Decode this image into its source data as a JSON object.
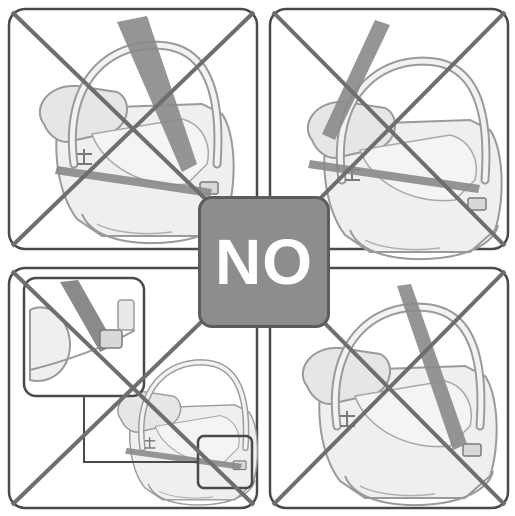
{
  "badge": {
    "text": "NO"
  },
  "colors": {
    "frame": "#4a4a4a",
    "cross": "#6e6e6e",
    "line_art": "#9a9a9a",
    "fill_light": "#ececec",
    "belt": "#8a8a8a",
    "badge_fill": "#8d8d8d"
  },
  "panels": [
    {
      "name": "panel-top-left",
      "description_icon": "car-seat-incorrect-belt-icon"
    },
    {
      "name": "panel-top-right",
      "description_icon": "car-seat-incorrect-belt-icon"
    },
    {
      "name": "panel-bottom-left",
      "description_icon": "car-seat-incorrect-belt-icon"
    },
    {
      "name": "panel-bottom-right",
      "description_icon": "car-seat-incorrect-belt-icon"
    }
  ]
}
